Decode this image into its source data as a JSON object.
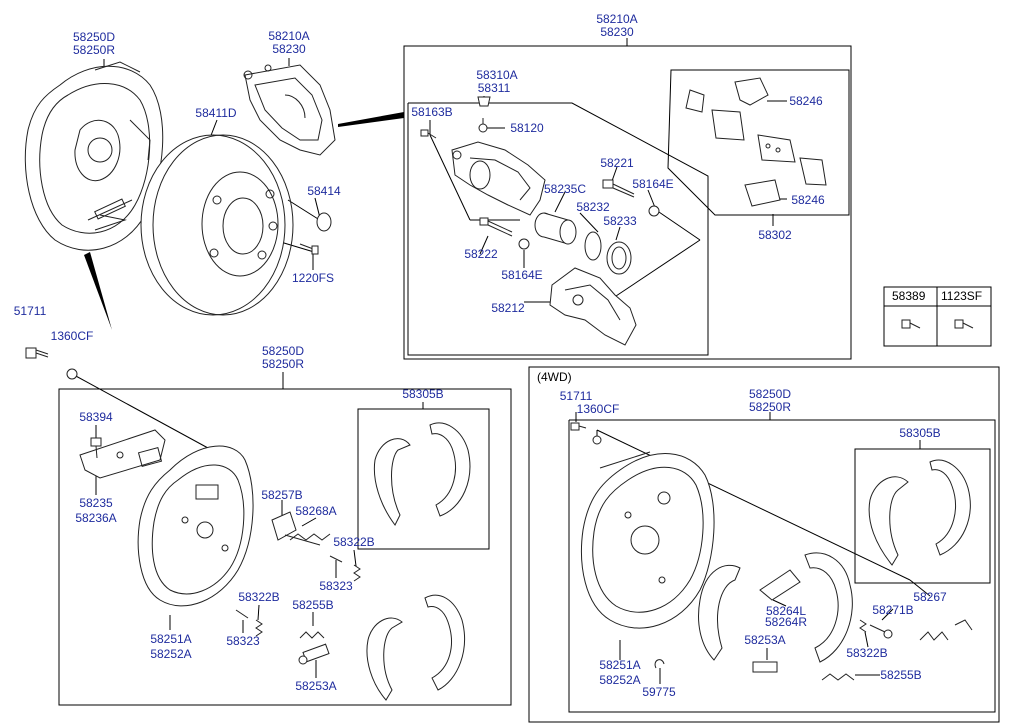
{
  "labels": {
    "l1": "58250D",
    "l2": "58250R",
    "l3": "58210A",
    "l4": "58230",
    "l5": "58411D",
    "l6": "58414",
    "l7": "1220FS",
    "l8": "51711",
    "l9": "1360CF",
    "l10": "58210A",
    "l11": "58230",
    "l12": "58310A",
    "l13": "58311",
    "l14": "58163B",
    "l15": "58120",
    "l16": "58221",
    "l17": "58164E",
    "l18": "58235C",
    "l19": "58232",
    "l20": "58233",
    "l21": "58222",
    "l22": "58164E",
    "l23": "58212",
    "l24": "58246",
    "l25": "58246",
    "l26": "58302",
    "l27": "58389",
    "l28": "1123SF",
    "l29": "58250D",
    "l30": "58250R",
    "l31": "58394",
    "l32": "58235",
    "l33": "58236A",
    "l34": "58305B",
    "l35": "58257B",
    "l36": "58268A",
    "l37": "58322B",
    "l38": "58323",
    "l39": "58322B",
    "l40": "58323",
    "l41": "58255B",
    "l42": "58251A",
    "l43": "58252A",
    "l44": "58253A",
    "l45": "(4WD)",
    "l46": "51711",
    "l47": "1360CF",
    "l48": "58250D",
    "l49": "58250R",
    "l50": "58305B",
    "l51": "58264L",
    "l52": "58264R",
    "l53": "58267",
    "l54": "58271B",
    "l55": "58253A",
    "l56": "58322B",
    "l57": "58251A",
    "l58": "58252A",
    "l59": "59775",
    "l60": "58255B"
  },
  "colors": {
    "label": "#1f2c9e",
    "line": "#000000",
    "background": "#ffffff"
  }
}
